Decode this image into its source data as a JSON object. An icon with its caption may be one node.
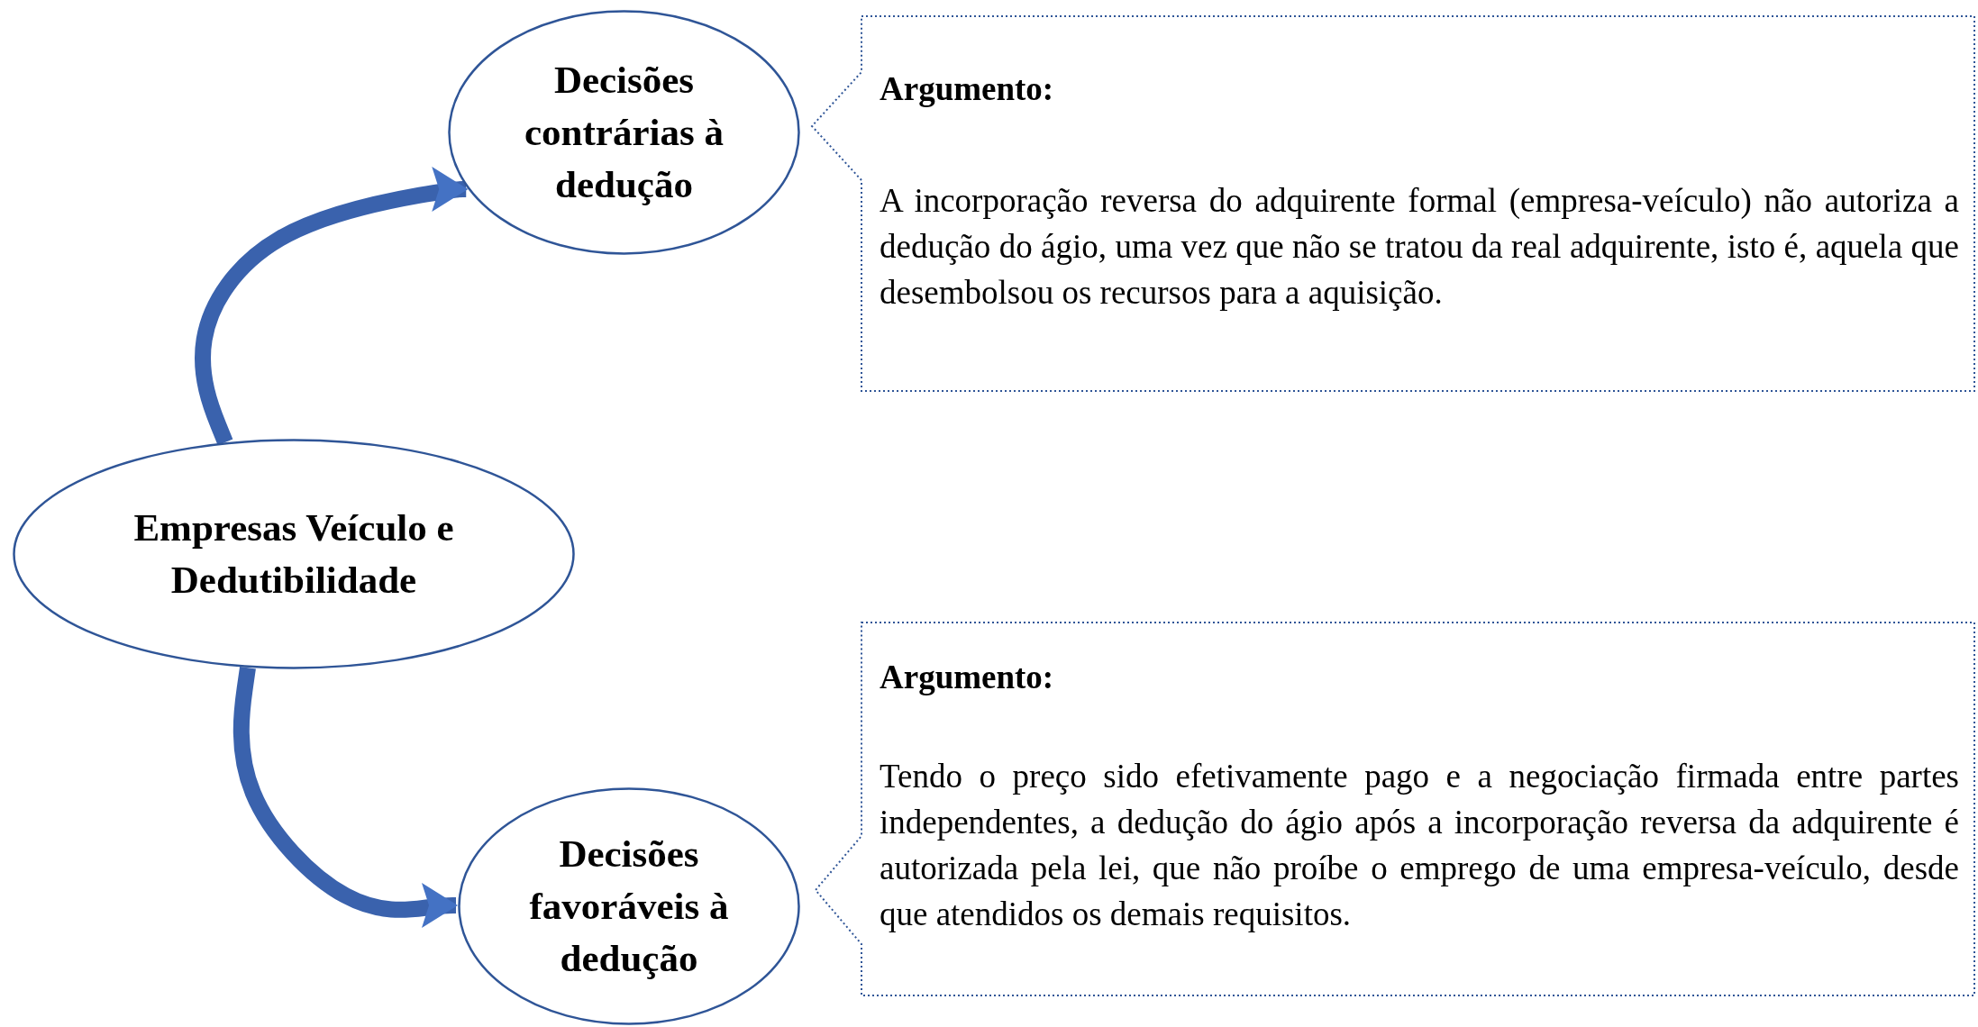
{
  "diagram": {
    "nodes": [
      {
        "text": [
          "Decisões contrárias à dedução"
        ]
      },
      {
        "text": [
          "Argumento:",
          "A incorporação reversa do adquirente formal (empresa-veículo) não autoriza a dedução do ágio, uma vez que não se tratou da real adquirente, isto é, aquela que desembolsou os recursos para a aquisição."
        ]
      },
      {
        "text": [
          "Empresas Veículo e Dedutibilidade"
        ]
      },
      {
        "text": [
          "Argumento:",
          "Tendo o preço sido efetivamente pago e a negociação firmada entre partes independentes, a dedução do ágio após a incorporação reversa da adquirente é autorizada pela lei, que não proíbe o emprego de uma empresa-veículo, desde que atendidos os demais requisitos."
        ]
      },
      {
        "text": [
          "Decisões favoráveis à dedução"
        ]
      }
    ],
    "edges": [
      {
        "from": 2,
        "to": 0,
        "arrow": "to"
      },
      {
        "from": 2,
        "to": 4,
        "arrow": "to"
      }
    ]
  }
}
